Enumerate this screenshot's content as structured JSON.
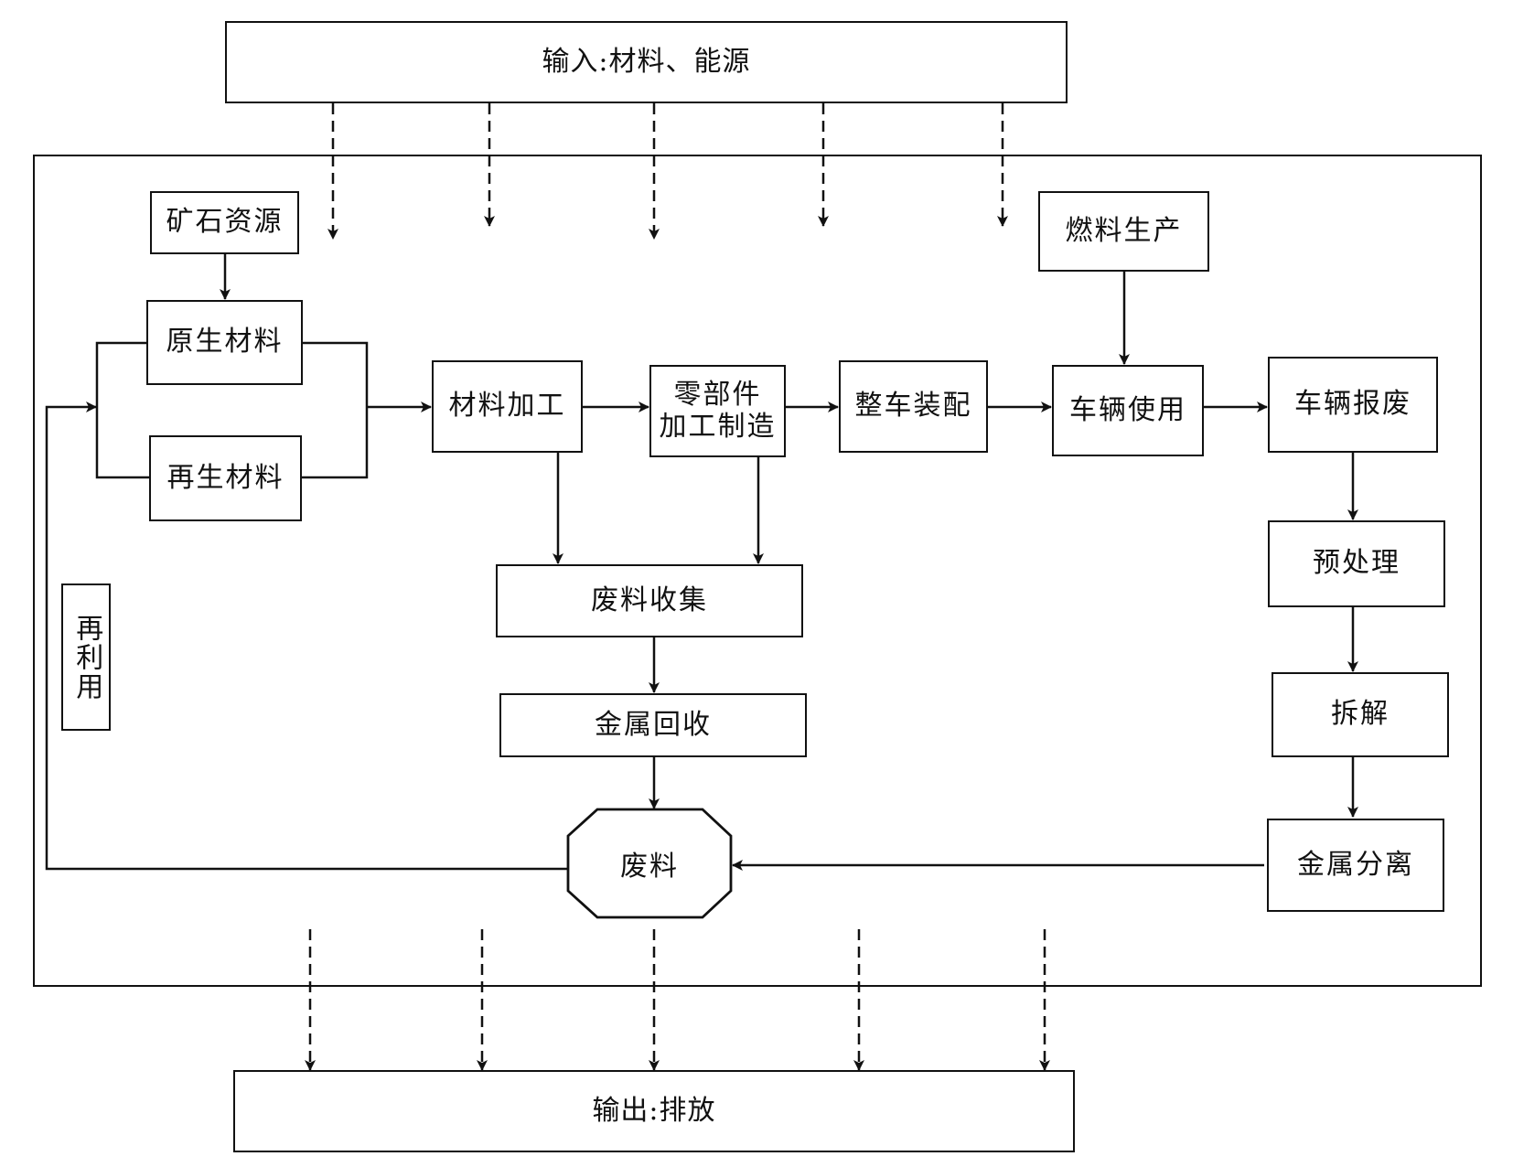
{
  "diagram": {
    "input_box": {
      "label": "输入:材料、能源"
    },
    "output_box": {
      "label": "输出:排放"
    },
    "nodes": {
      "ore_resource": "矿石资源",
      "primary_material": "原生材料",
      "recycled_material": "再生材料",
      "material_processing": "材料加工",
      "parts_manufacturing_line1": "零部件",
      "parts_manufacturing_line2": "加工制造",
      "vehicle_assembly": "整车装配",
      "vehicle_use": "车辆使用",
      "fuel_production": "燃料生产",
      "vehicle_scrapping": "车辆报废",
      "pretreatment": "预处理",
      "dismantling": "拆解",
      "metal_separation": "金属分离",
      "scrap_collection": "废料收集",
      "metal_recovery": "金属回收",
      "scrap": "废料",
      "reuse": "再利用"
    },
    "edges": [
      [
        "矿石资源",
        "原生材料"
      ],
      [
        "原生材料/再生材料",
        "材料加工"
      ],
      [
        "材料加工",
        "零部件加工制造"
      ],
      [
        "零部件加工制造",
        "整车装配"
      ],
      [
        "整车装配",
        "车辆使用"
      ],
      [
        "燃料生产",
        "车辆使用"
      ],
      [
        "车辆使用",
        "车辆报废"
      ],
      [
        "车辆报废",
        "预处理"
      ],
      [
        "预处理",
        "拆解"
      ],
      [
        "拆解",
        "金属分离"
      ],
      [
        "金属分离",
        "废料"
      ],
      [
        "材料加工",
        "废料收集"
      ],
      [
        "零部件加工制造",
        "废料收集"
      ],
      [
        "废料收集",
        "金属回收"
      ],
      [
        "金属回收",
        "废料"
      ],
      [
        "废料",
        "原生材料/再生材料 (再利用)"
      ]
    ],
    "input_arrow_count": 5,
    "output_arrow_count": 5
  }
}
